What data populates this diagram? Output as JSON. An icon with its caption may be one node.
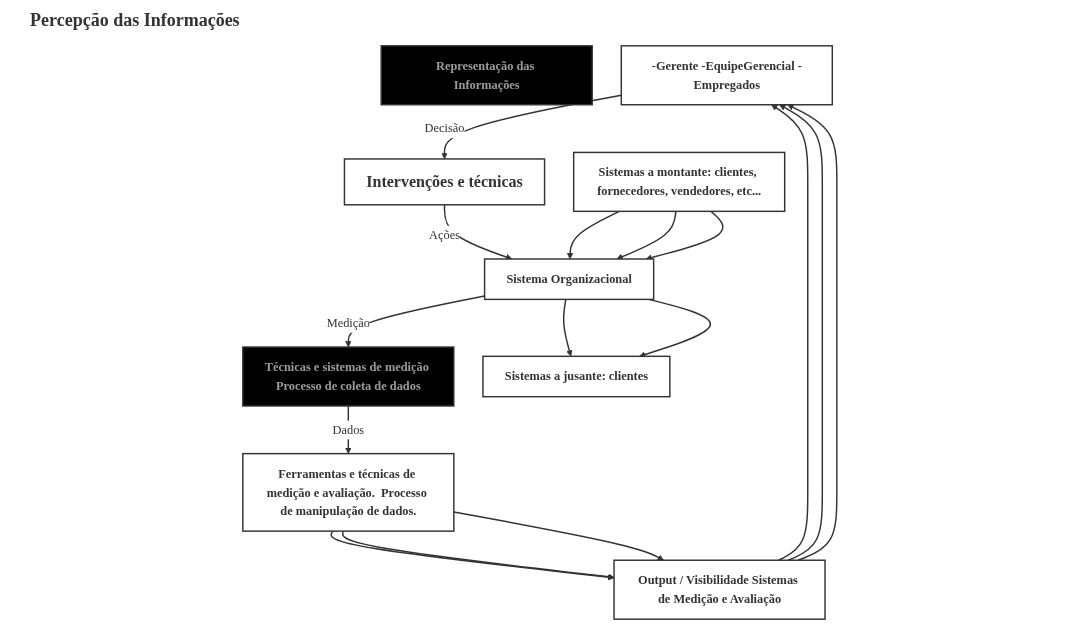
{
  "diagram": {
    "nodes": [
      {
        "text": [
          "Representação das Informações"
        ]
      },
      {
        "text": [
          "-Gerente -EquipeGerencial -Empregados"
        ]
      },
      {
        "text": [
          "Output / Visibilidade Sistemas de Medição e Avaliação"
        ]
      },
      {
        "text": [
          "Ferramentas e técnicas de medição e avaliação.  Processo de manipulação de dados."
        ]
      },
      {
        "text": [
          "Intervenções e técnicas"
        ]
      },
      {
        "text": [
          "Técnicas e sistemas de medição Processo de coleta de dados"
        ]
      },
      {
        "text": [
          "Sistemas a montante: clientes, fornecedores, vendedores, etc..."
        ]
      },
      {
        "text": [
          "Sistema Organizacional"
        ]
      },
      {
        "text": [
          "Sistemas a jusante: clientes"
        ]
      }
    ],
    "edges": [
      {
        "from": 2,
        "to": 1,
        "arrow": "to"
      },
      {
        "from": 2,
        "to": 1,
        "arrow": "to"
      },
      {
        "from": 2,
        "to": 1,
        "arrow": "to"
      },
      {
        "from": 3,
        "to": 2,
        "arrow": "to"
      },
      {
        "from": 3,
        "to": 2,
        "arrow": "to"
      },
      {
        "from": 3,
        "to": 2,
        "arrow": "to"
      },
      {
        "from": 1,
        "to": 4,
        "arrow": "to",
        "label": "Decisão"
      },
      {
        "from": 4,
        "to": 7,
        "arrow": "to",
        "label": "Ações"
      },
      {
        "from": 6,
        "to": 7,
        "arrow": "to"
      },
      {
        "from": 6,
        "to": 7,
        "arrow": "to"
      },
      {
        "from": 6,
        "to": 7,
        "arrow": "to"
      },
      {
        "from": 7,
        "to": 8,
        "arrow": "to"
      },
      {
        "from": 7,
        "to": 8,
        "arrow": "to"
      },
      {
        "from": 7,
        "to": 5,
        "arrow": "to",
        "label": "Medição"
      },
      {
        "from": 5,
        "to": 3,
        "arrow": "to",
        "label": "Dados"
      }
    ],
    "labels": [
      "Percepção das Informações"
    ]
  }
}
